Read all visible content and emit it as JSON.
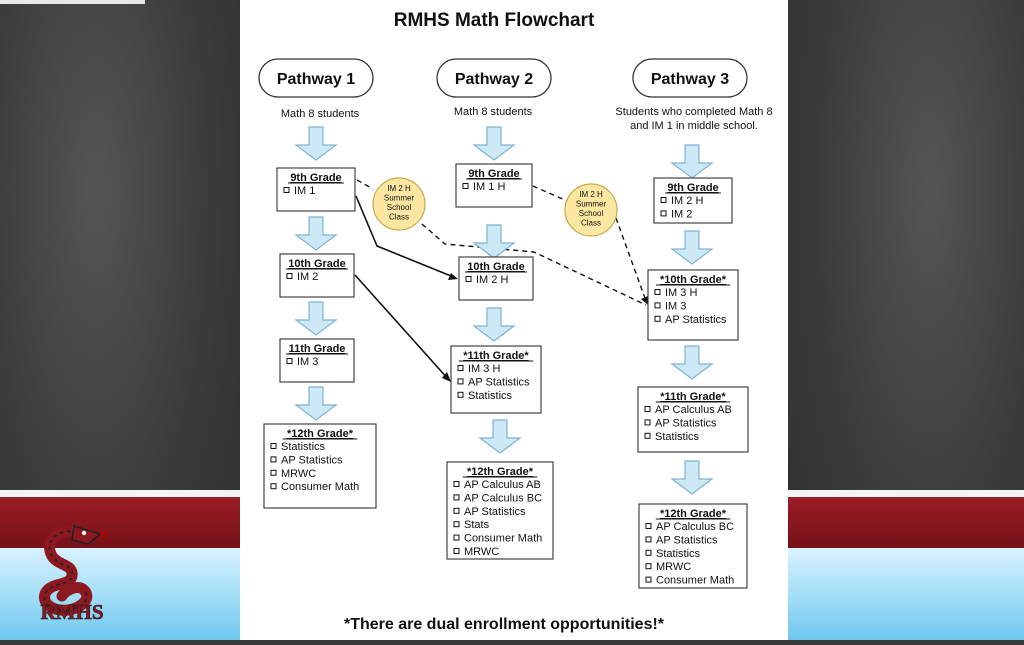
{
  "title": "RMHS Math Flowchart",
  "footer": "*There are dual enrollment opportunities!*",
  "logo_text": "RMHS",
  "checkbox_glyph": "◘",
  "colors": {
    "arrow_fill": "#cde9f6",
    "arrow_stroke": "#7fb2d1",
    "summer_fill": "#fbe7a2",
    "summer_stroke": "#c9a84a",
    "brand_red": "#8e1820"
  },
  "pathways": [
    {
      "label": "Pathway 1",
      "desc": [
        "Math 8 students"
      ],
      "boxes": [
        {
          "grade": "9th Grade",
          "items": [
            "IM 1"
          ]
        },
        {
          "grade": "10th Grade",
          "items": [
            "IM 2"
          ]
        },
        {
          "grade": "11th Grade",
          "items": [
            "IM 3"
          ]
        },
        {
          "grade": "*12th Grade*",
          "items": [
            "Statistics",
            "AP Statistics",
            "MRWC",
            "Consumer Math"
          ]
        }
      ]
    },
    {
      "label": "Pathway 2",
      "desc": [
        "Math 8 students"
      ],
      "boxes": [
        {
          "grade": "9th Grade",
          "items": [
            "IM 1 H"
          ]
        },
        {
          "grade": "10th Grade",
          "items": [
            "IM 2 H"
          ]
        },
        {
          "grade": "*11th Grade*",
          "items": [
            "IM 3 H",
            "AP Statistics",
            "Statistics"
          ]
        },
        {
          "grade": "*12th Grade*",
          "items": [
            "AP Calculus AB",
            "AP Calculus BC",
            "AP Statistics",
            "Stats",
            "Consumer Math",
            "MRWC"
          ]
        }
      ]
    },
    {
      "label": "Pathway 3",
      "desc": [
        "Students who completed Math 8",
        "and IM 1 in middle school."
      ],
      "boxes": [
        {
          "grade": "9th Grade",
          "items": [
            "IM 2 H",
            "IM 2"
          ]
        },
        {
          "grade": "*10th Grade*",
          "items": [
            "IM 3 H",
            "IM 3",
            "AP Statistics"
          ]
        },
        {
          "grade": "*11th Grade*",
          "items": [
            "AP Calculus AB",
            "AP Statistics",
            "Statistics"
          ]
        },
        {
          "grade": "*12th Grade*",
          "items": [
            "AP Calculus BC",
            "AP Statistics",
            "Statistics",
            "MRWC",
            "Consumer Math"
          ]
        }
      ]
    }
  ],
  "summer_school": [
    {
      "lines": [
        "IM 2 H",
        "Summer",
        "School",
        "Class"
      ]
    },
    {
      "lines": [
        "IM 2 H",
        "Summer",
        "School",
        "Class"
      ]
    }
  ]
}
